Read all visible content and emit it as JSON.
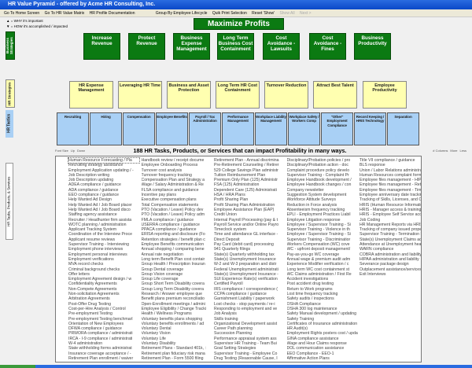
{
  "window": {
    "title": "HR Value Pyramid - offered by Acme HR Consulting, Inc."
  },
  "menu": {
    "items": [
      "Go To Home Screen",
      "Go To HR Value Matrix",
      "HR Profile Documentation",
      "Group By Employee Lifecycle",
      "Quik Print Selection",
      "Reset 'Show'"
    ],
    "disabled": [
      "Show All",
      "Next >"
    ]
  },
  "legend": {
    "up": "▲ = WHY it's important",
    "down": "▼ = HOW it's accomplished / impacted"
  },
  "top_goal": "Maximize Profits",
  "side_labels": {
    "business": "Business Strategies",
    "hr": "HR Strategies",
    "tactics": "HR Tactics",
    "tasks": "HR Tasks, Products, & Services"
  },
  "business_strategies": [
    "Increase Revenue",
    "Protect Revenue",
    "Business Expense Management",
    "Long Term Business Cost Containment",
    "Cost Avoidance - Lawsuits",
    "Cost Avoidance - Fines",
    "Business Productivity"
  ],
  "hr_strategies": [
    "HR Expense Management",
    "Leveraging HR Time",
    "Business and Asset Protection",
    "Long Term HR Cost Containment",
    "Turnover Reduction",
    "Attract Best Talent",
    "Employee Productivity"
  ],
  "hr_tactics": [
    "Recruiting",
    "Hiring",
    "Compensation",
    "Employee Benefits",
    "Payroll / Tax Administration",
    "Performance Management",
    "Workplace Liability Management",
    "Workplace Safety / Workers Comp",
    "\"Other\" Employment Compliance",
    "Record Keeping / HRIS Technology",
    "Separation"
  ],
  "tasks_heading": "188 HR Tasks, Products, or Services that can impact Profitability in many ways.",
  "font_size": {
    "label": "Font Size",
    "up": "Up",
    "down": "Down"
  },
  "columns_ctl": {
    "label": "# Columns",
    "more": "More",
    "less": "Less"
  },
  "colors": {
    "green": "#0b7a12",
    "yellow": "#ffffb0",
    "blue": "#a9d0f5"
  },
  "tasks": [
    [
      "Human Resource Forecasting / Pla",
      "Recruiting strategy assistance",
      "Employment Application updating / -",
      "Job Description writing",
      "Job Description updating",
      "ADEA compliance / guidance",
      "ADA compliance / guidance",
      "EEO compliance / guidance",
      "Help Wanted Ad Design",
      "Help Wanted Ad / Job Board placer",
      "Help Wanted Ad / Job Board disco",
      "Staffing agency assistance",
      "Recruiter / Headhunter firm assista",
      "WOTC planning / administration",
      "Applicant Tracking System",
      "Coordination of the Interview Proce",
      "Applicant resume reviews",
      "Supervisor Training - Interviewing",
      "Employment phone interviews",
      "Employment personal interviews",
      "Employment verifications",
      "MVA record checks",
      "Criminal background checks",
      "Offer letters",
      "Employment Agreement design / w",
      "Confidentiality Agreements",
      "Non-Compete Agreements",
      "Non-solicitation Agreements",
      "Arbitration Agreements",
      "Post-Offer Drug Testing",
      "Cost-per-Hire Analysis / Control",
      "Pre-employment Testing",
      "Pre-employment Testing benchmarl",
      "Orientation of New Employees",
      "DFWA compliance / guidance",
      "PRWORA compliance / administrati",
      "IRCA - I-9 compliance / administrati",
      "W-4 administration",
      "State withholding forms administrat",
      "Insurance coverage acceptance / -",
      "Retirement Plan enrollment / waiver"
    ],
    [
      "Handbook review / receipt docume",
      "Employee Onboarding Process",
      "Turnover cost analysis",
      "Turnover frequency tracking",
      "Compensation Plan and Strategy a",
      "Wage / Salary Administration & Re",
      "FLSA compliance and guidance",
      "Incentive pay plans",
      "Executive compensation plans",
      "Total Compensation statements",
      "PTO (Vacation / Leave) Policy dev",
      "PTO (Vacation / Leave) Policy adm",
      "FMLA compliance / guidance",
      "USERRA compliance / guidance",
      "PPACA compliance / guidance",
      "ERISA reporting and disclosure (Fo",
      "Retention strategies / benefit plan c",
      "Employee Benefits communication",
      "Annual shopping / comparing bene",
      "Annual rate negotiation",
      "Long term Benefit Plan cost contair",
      "Group Health / Prescription Insuran",
      "Group Dental coverage",
      "Group Vision coverage",
      "Group Life coverage",
      "Group Short Term Disability covera",
      "Group Long Term Disability covera",
      "Research / Answer employee que",
      "Benefit plans premium reconciliatio",
      "Open-Enrollment meetings / admini",
      "Employee Eligibility / Change Tracki",
      "Health / Wellness Programs",
      "Voluntary benefits plans shopping",
      "Voluntary benefits enrollments / ad",
      "Voluntary Dental",
      "Voluntary Vision",
      "Voluntary Life",
      "Voluntary Disability",
      "Retirement Plans - Standard 401k, :",
      "Retirement plan fiduciary risk mana",
      "Retirement Plan - Form 5500 filing"
    ],
    [
      "Retirement Plan - Annual discrimina",
      "Pre-Retirement Counseling / Retirer",
      "529 College Savings Plan administr",
      "Tuition Reimbursement Plan",
      "Premium Only Plan (125) Administr",
      "FSA (125) Administration",
      "Dependent Care (125) Administrati",
      "HSA / HRA Plans",
      "Profit Sharing Plan",
      "Profit Sharing Plan Administration",
      "Employee Assistance Plan (EAP)",
      "Credit Union",
      "Internal Payroll Processing (pay & t",
      "Payroll Service and/or Online Payro",
      "Timeclock system",
      "Time and attendance GL interface -",
      "Direct Deposit",
      "Pay Card (debit card) processing",
      "941 Quarterly filings",
      "State(s) Quarterly withholding tax",
      "State(s) Unemployment Insurance",
      "W-2 and W-3 preparation and distr",
      "Federal Unemployment administrati",
      "State(s) Unemployment Insurance -",
      "SUI Experience Rate(s) verification",
      "Certified Payroll",
      "IRS compliance / correspondence (",
      "CCPA compliance / guidance",
      "Garnishment Liability / paperwork",
      "Lost checks - stop payments / re-i",
      "Responding to employment and ve",
      "Job Analysis",
      "Skills training",
      "Organizational Development assist",
      "Career Path planning",
      "Succession Planning",
      "Performance appraisal system ass",
      "Supervisor HR Training - Team Bui",
      "Goal Setting Strategies",
      "Supervisor Training - Employee Co",
      "Drug Testing (Reasonable Cause, I"
    ],
    [
      "Disciplinary/Probation policies / pro",
      "Disciplinary/Probation action - doc",
      "Complaint procedure policy develo",
      "Supervisor Training - Complaint Pr",
      "Employee Handbook development /",
      "Employee Handbook changes / con",
      "Company newsletter",
      "Suggestion System development",
      "Workforce Attitude Surveys",
      "Reduction in Force analysis",
      "Absenteeism frequency tracking",
      "EPLI - Employment Practices Liabil",
      "Employee Litigation response",
      "Employee / Supervisor Training - Si",
      "Supervisor Training - Violence in th",
      "Employee / Supervisor Training - Si",
      "Supervisor Training - Discriminatior",
      "Workers Compensation (WC) cove",
      "WC - upfront deposit management/",
      "Pay-as-you-go WC coverage",
      "Annual wage & premium audit adm",
      "Experience Modifier verification / c",
      "Long term WC cost containment st",
      "WC Claims administration / First Re",
      "Accident investigations",
      "Post accident drug testing",
      "Return to Work programs",
      "Lost time frequency tracking",
      "Safety audits / inspections",
      "OSHA Compliance",
      "OSHA 300 log maintenance",
      "Safety Manual development / updating",
      "Safety Training",
      "Certificates of Insurance administration",
      "HR Audit(s)",
      "Employment Rights posters cost / updating",
      "GINA compliance assistance",
      "Wage and Hour Claims response",
      "DOL communication assistance",
      "EEO Compliance - EEO-1",
      "Affirmative Action Plans"
    ],
    [
      "Title VII compliance / guidance",
      "BLS response",
      "Union / Labor Relations administrati",
      "Human Resources complaint forms",
      "Employee files management - HIPAA",
      "Employee files management - Reten",
      "Employee files management - Timel",
      "Employee anniversary date tracking",
      "Tracking of Skills, Licenses, and Ce",
      "HRIS (Human Resource Information",
      "HRIS - Manager access & training",
      "HRIS - Employee Self Service acce",
      "Job Coding",
      "HR Management Reports via HRIS (",
      "Tracking of company issued proper",
      "Supervisor Training - Termination P",
      "State(s) Unemployment Claims adm",
      "Attendance at Unemployment hearin",
      "WARN compliance",
      "COBRA administration and liability (",
      "HIPAA administration and liability",
      "Severance package design",
      "Outplacement assistance/services",
      "Exit Interviews"
    ]
  ]
}
